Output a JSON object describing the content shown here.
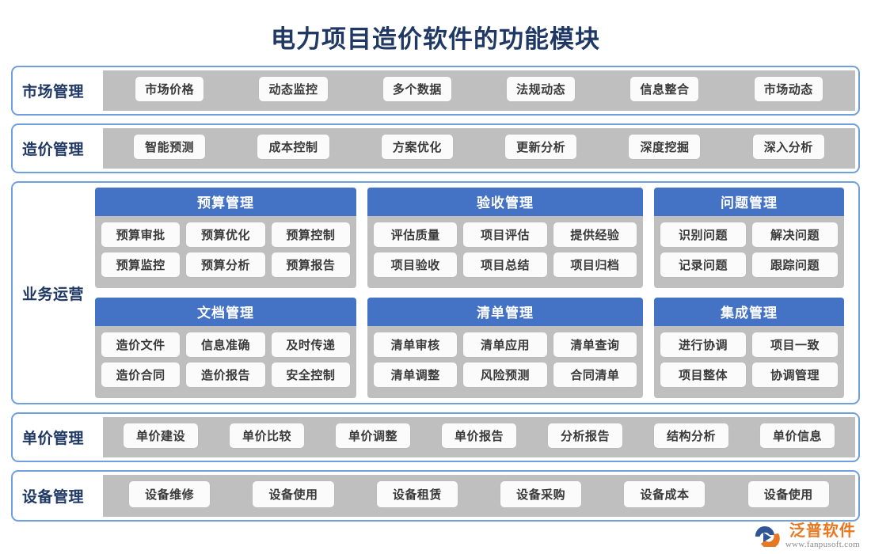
{
  "title": "电力项目造价软件的功能模块",
  "rows": [
    {
      "label": "市场管理",
      "items": [
        "市场价格",
        "动态监控",
        "多个数据",
        "法规动态",
        "信息整合",
        "市场动态"
      ]
    },
    {
      "label": "造价管理",
      "items": [
        "智能预测",
        "成本控制",
        "方案优化",
        "更新分析",
        "深度挖掘",
        "深入分析"
      ]
    }
  ],
  "operations": {
    "label": "业务运营",
    "groups": [
      {
        "title": "预算管理",
        "rows": [
          [
            "预算审批",
            "预算优化",
            "预算控制"
          ],
          [
            "预算监控",
            "预算分析",
            "预算报告"
          ]
        ]
      },
      {
        "title": "验收管理",
        "rows": [
          [
            "评估质量",
            "项目评估",
            "提供经验"
          ],
          [
            "项目验收",
            "项目总结",
            "项目归档"
          ]
        ]
      },
      {
        "title": "问题管理",
        "rows": [
          [
            "识别问题",
            "解决问题"
          ],
          [
            "记录问题",
            "跟踪问题"
          ]
        ]
      },
      {
        "title": "文档管理",
        "rows": [
          [
            "造价文件",
            "信息准确",
            "及时传递"
          ],
          [
            "造价合同",
            "造价报告",
            "安全控制"
          ]
        ]
      },
      {
        "title": "清单管理",
        "rows": [
          [
            "清单审核",
            "清单应用",
            "清单查询"
          ],
          [
            "清单调整",
            "风险预测",
            "合同清单"
          ]
        ]
      },
      {
        "title": "集成管理",
        "rows": [
          [
            "进行协调",
            "项目一致"
          ],
          [
            "项目整体",
            "协调管理"
          ]
        ]
      }
    ]
  },
  "bottom_rows": [
    {
      "label": "单价管理",
      "items": [
        "单价建设",
        "单价比较",
        "单价调整",
        "单价报告",
        "分析报告",
        "结构分析",
        "单价信息"
      ]
    },
    {
      "label": "设备管理",
      "items": [
        "设备维修",
        "设备使用",
        "设备租赁",
        "设备采购",
        "设备成本",
        "设备使用"
      ]
    }
  ],
  "logo": {
    "name": "泛普软件",
    "url": "www.fanpusoft.com"
  },
  "colors": {
    "title": "#1F3864",
    "card_border": "#6F9FDC",
    "group_header": "#4472C4",
    "strip_bg": "#BFBFBF",
    "chip_bg": "#FBFBFB",
    "chip_text": "#3A3A3A",
    "logo_orange": "#E87722"
  }
}
